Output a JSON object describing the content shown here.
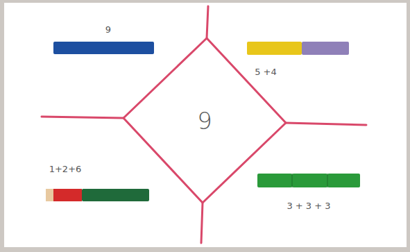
{
  "diagram": {
    "nodes": [
      {
        "text": [
          "9"
        ]
      }
    ],
    "labels": [
      "9",
      "5 +4",
      "1+2+6",
      "3 + 3 + 3"
    ]
  }
}
